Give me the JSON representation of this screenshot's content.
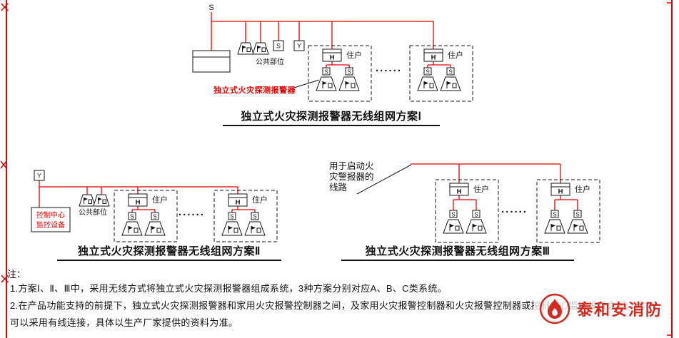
{
  "colors": {
    "wire_red": "#e60000",
    "stamp_red": "#d5281e",
    "ink": "#141414"
  },
  "symbols": {
    "s": "S",
    "h": "H",
    "y": "Y"
  },
  "labels": {
    "public_area": "公共部位",
    "resident": "住户",
    "dots": "......"
  },
  "scheme1": {
    "caption": "独立式火灾探测报警器无线组网方案Ⅰ",
    "detector_annotation": "独立式火灾探测报警器"
  },
  "scheme2": {
    "caption": "独立式火灾探测报警器无线组网方案Ⅱ",
    "control_center": {
      "line1": "控制中心",
      "line2": "监控设备"
    }
  },
  "scheme3": {
    "caption": "独立式火灾探测报警器无线组网方案Ⅲ",
    "trigger_annotation": "用于启动火灾警报器的线路"
  },
  "notes": {
    "heading": "注：",
    "items": [
      "1.方案Ⅰ、Ⅱ、Ⅲ中，采用无线方式将独立式火灾探测报警器组成系统，3种方案分别对应A、B、C类系统。",
      "2.在产品功能支持的前提下，独立式火灾探测报警器和家用火灾报警控制器之间，及家用火灾报警控制器和火灾报警控制器或控制中心监控设备之间，也",
      "可以采用有线连接，具体以生产厂家提供的资料为准。"
    ]
  },
  "stamp": {
    "text": "泰和安消防"
  }
}
